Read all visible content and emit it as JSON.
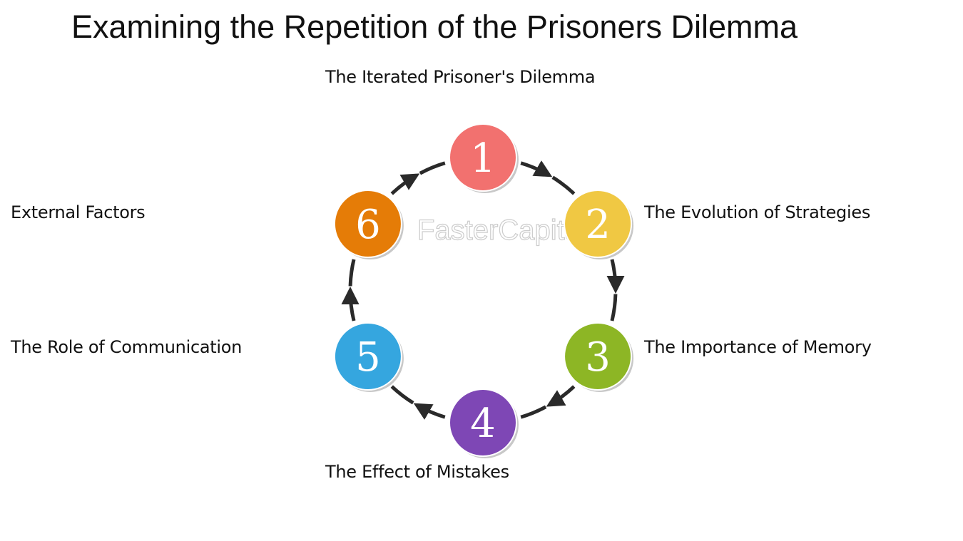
{
  "title": "Examining the Repetition of the Prisoners Dilemma",
  "steps": [
    {
      "number": "1",
      "label": "The Iterated Prisoner's Dilemma",
      "color": "#f2716f"
    },
    {
      "number": "2",
      "label": "The Evolution of Strategies",
      "color": "#f0c843"
    },
    {
      "number": "3",
      "label": "The Importance of Memory",
      "color": "#8db625"
    },
    {
      "number": "4",
      "label": "The Effect of Mistakes",
      "color": "#7e47b5"
    },
    {
      "number": "5",
      "label": "The Role of Communication",
      "color": "#35a6df"
    },
    {
      "number": "6",
      "label": "External Factors",
      "color": "#e57c07"
    }
  ],
  "watermark": "FasterCapital",
  "arrow_direction": "clockwise"
}
